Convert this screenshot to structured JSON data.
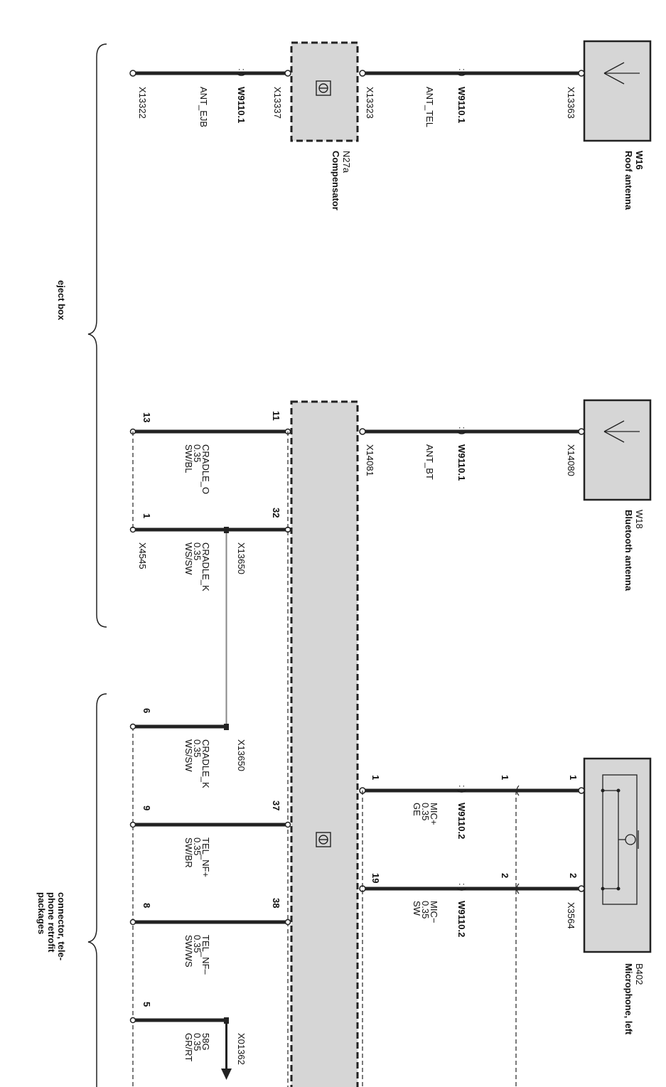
{
  "components": {
    "w16": {
      "id": "W16",
      "name": "Roof antenna",
      "connector": "X13363"
    },
    "w18": {
      "id": "W18",
      "name": "Bluetooth antenna",
      "connector": "X14080"
    },
    "b402": {
      "id": "B402",
      "name": "Microphone, left",
      "connector": "X3564",
      "pin1": "1",
      "pin2": "2"
    },
    "n27a": {
      "id": "N27a",
      "name": "Compensator",
      "conn_left": "X13323",
      "conn_right": "X13337"
    }
  },
  "wires": {
    "ant_tel": {
      "signal": "ANT_TEL",
      "harness": "W9110.1"
    },
    "ant_ejb": {
      "signal": "ANT_EJB",
      "harness": "W9110.1",
      "terminal": "X13322"
    },
    "ant_bt": {
      "signal": "ANT_BT",
      "harness": "W9110.1",
      "connector": "X14081"
    },
    "mic_plus": {
      "signal": "MIC+",
      "size": "0.35",
      "color": "GE",
      "harness": "W9110.2",
      "pin_a": "1",
      "pin_b": "1"
    },
    "mic_minus": {
      "signal": "MIC−",
      "size": "0.35",
      "color": "SW",
      "harness": "W9110.2",
      "pin_a": "2",
      "pin_b": "19"
    }
  },
  "module_pins": [
    "11",
    "32",
    "37",
    "38"
  ],
  "eject_box": {
    "label": "eject box",
    "connector": "X4545",
    "splice": "X13650",
    "cradle_o": {
      "signal": "CRADLE_O",
      "size": "0.35",
      "color": "SW/BL",
      "pin_module": "11",
      "pin_box": "13"
    },
    "cradle_k": {
      "signal": "CRADLE_K",
      "size": "0.35",
      "color": "WS/SW",
      "pin_module": "32",
      "pin_box": "1"
    }
  },
  "retrofit": {
    "label_line1": "connector, tele-",
    "label_line2": "phone retrofit",
    "label_line3": "packages",
    "splice": "X13650",
    "cradle_k": {
      "signal": "CRADLE_K",
      "size": "0.35",
      "color": "WS/SW",
      "pin_box": "6"
    },
    "tel_nf_plus": {
      "signal": "TEL_NF+",
      "size": "0.35",
      "color": "SW/BR",
      "pin_module": "37",
      "pin_box": "9"
    },
    "tel_nf_minus": {
      "signal": "TEL_NF–",
      "size": "0.35",
      "color": "SW/WS",
      "pin_module": "38",
      "pin_box": "8"
    },
    "g58": {
      "signal": "58G",
      "size": "0.35",
      "color": "GR/RT",
      "pin_box": "5",
      "connector": "X01362"
    }
  },
  "icons": [
    "antenna-icon",
    "microphone-icon",
    "module-symbol-icon",
    "brace-icon"
  ]
}
